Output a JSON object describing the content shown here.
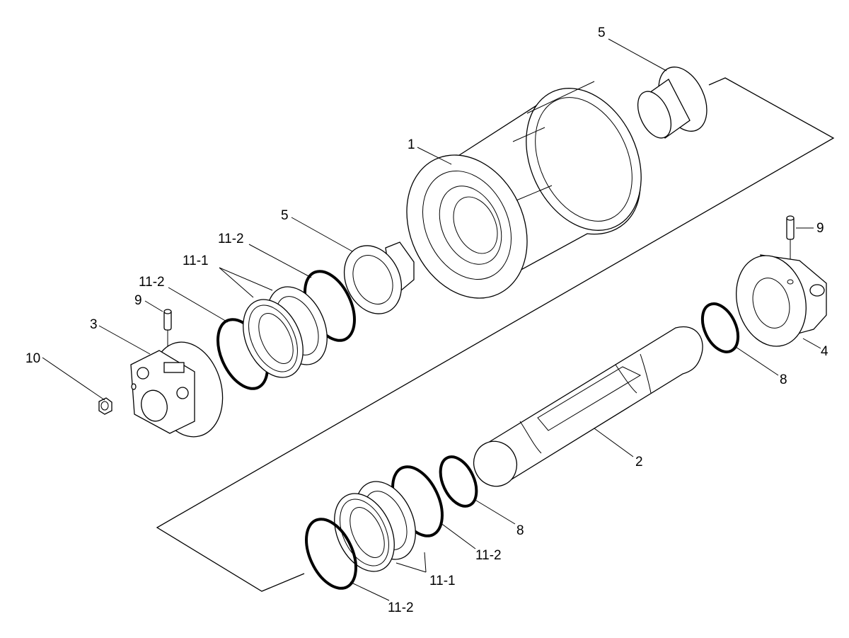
{
  "labels": {
    "l5_top": "5",
    "l1": "1",
    "l5_mid": "5",
    "l11_2_a": "11-2",
    "l11_1_a": "11-1",
    "l11_2_b": "11-2",
    "l9_left": "9",
    "l3": "3",
    "l10": "10",
    "l9_right": "9",
    "l4": "4",
    "l8_right": "8",
    "l2": "2",
    "l8_bottom": "8",
    "l11_2_c": "11-2",
    "l11_1_b": "11-1",
    "l11_2_d": "11-2"
  }
}
